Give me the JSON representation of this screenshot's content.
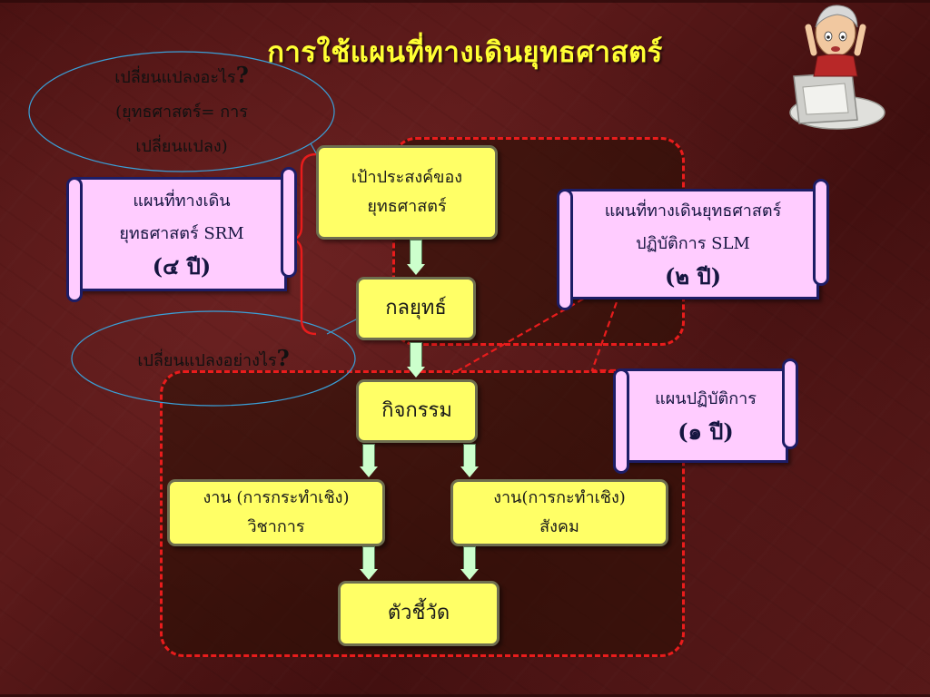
{
  "slide": {
    "title": "การใช้แผนที่ทางเดินยุทธศาสตร์"
  },
  "bubbles": {
    "what": {
      "line1": "เปลี่ยนแปลงอะไร",
      "qmark": "?",
      "line2": "(ยุทธศาสตร์= การ",
      "line3": "เปลี่ยนแปลง)"
    },
    "how": {
      "line1": "เปลี่ยนแปลงอย่างไร",
      "qmark": "?"
    }
  },
  "scrolls": {
    "srm": {
      "line1": "แผนที่ทางเดิน",
      "line2": "ยุทธศาสตร์ SRM",
      "period": "(๔ ปี)"
    },
    "slm": {
      "line1": "แผนที่ทางเดินยุทธศาสตร์",
      "line2": "ปฏิบัติการ SLM",
      "period": "(๒ ปี)"
    },
    "op": {
      "line1": "แผนปฏิบัติการ",
      "period": "(๑ ปี)"
    }
  },
  "boxes": {
    "goal": {
      "line1": "เป้าประสงค์ของ",
      "line2": "ยุทธศาสตร์"
    },
    "strategy": {
      "label": "กลยุทธ์"
    },
    "activity": {
      "label": "กิจกรรม"
    },
    "academic": {
      "line1": "งาน (การกระทำเชิง)",
      "line2": "วิชาการ"
    },
    "social": {
      "line1": "งาน(การกะทำเชิง)",
      "line2": "สังคม"
    },
    "indicator": {
      "label": "ตัวชี้วัด"
    }
  },
  "colors": {
    "title": "#ffff33",
    "box_fill": "#ffff66",
    "scroll_fill": "#ffccff",
    "dash": "#e81c1c",
    "arrow_fill": "#ccffcc",
    "bubble_stroke": "#3aa0d8"
  },
  "icons": {
    "clipart": "stressed-person-at-computer-icon"
  }
}
